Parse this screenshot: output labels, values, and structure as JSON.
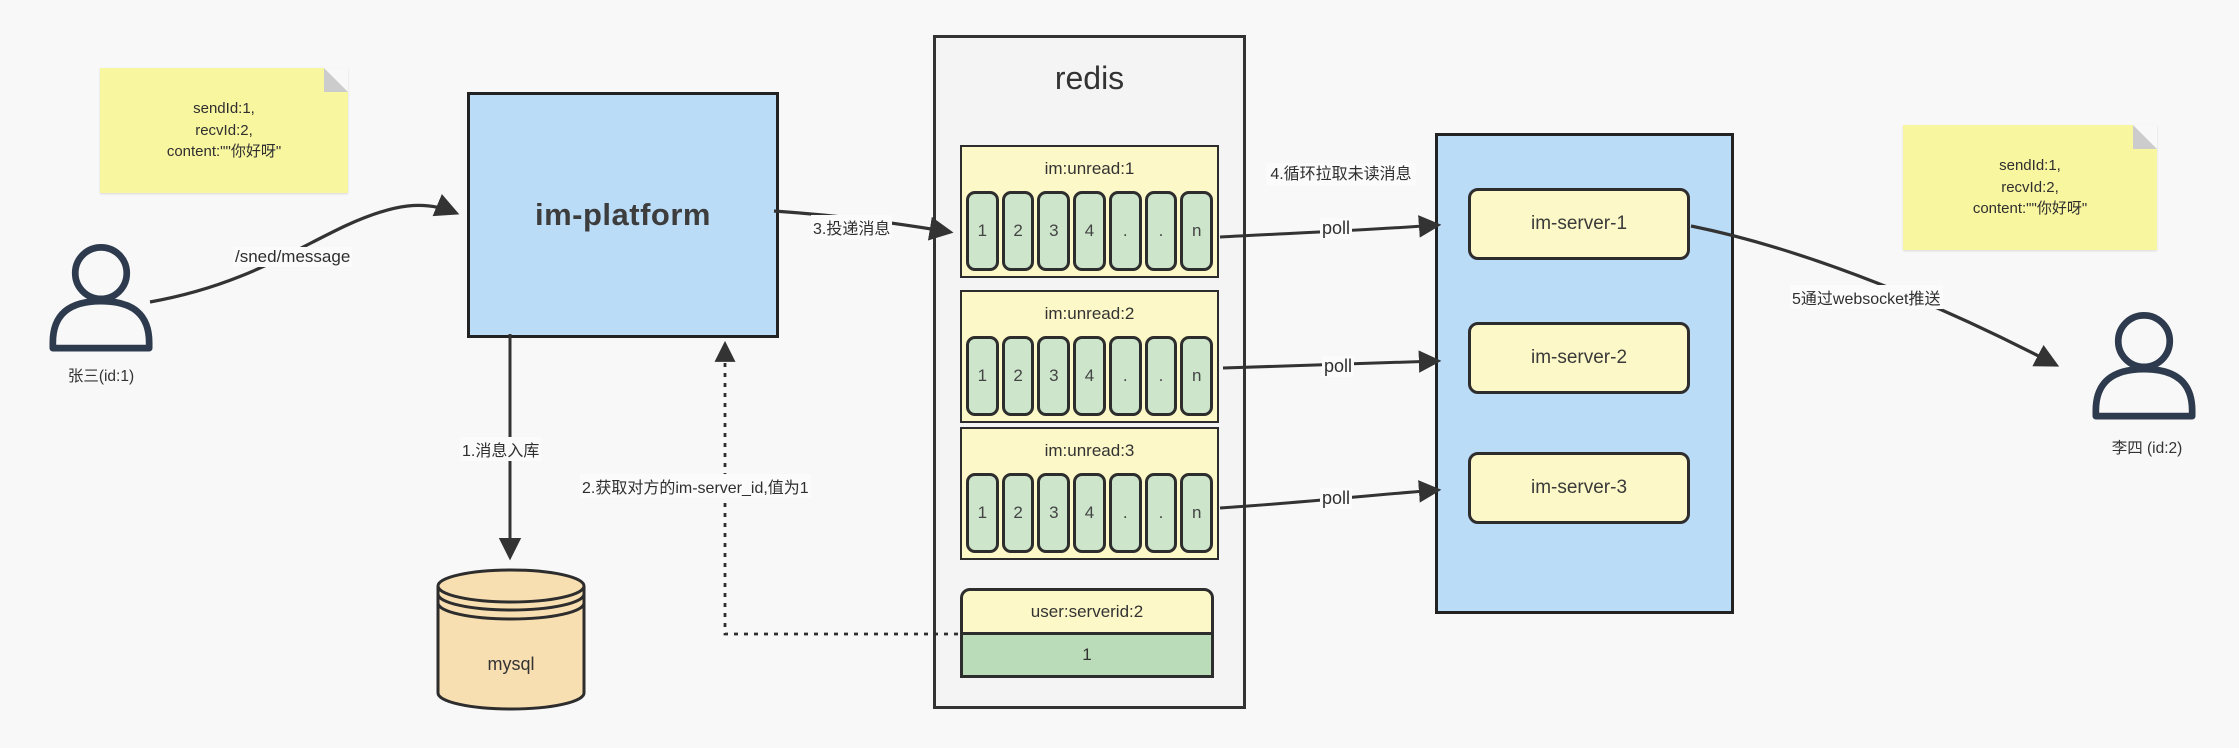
{
  "notes": {
    "left": {
      "lines": [
        "sendId:1,",
        "recvId:2,",
        "content:\"\"你好呀\""
      ]
    },
    "right": {
      "lines": [
        "sendId:1,",
        "recvId:2,",
        "content:\"\"你好呀\""
      ]
    }
  },
  "actors": {
    "sender": {
      "label": "张三(id:1)"
    },
    "receiver": {
      "label": "李四 (id:2)"
    }
  },
  "platform": {
    "label": "im-platform"
  },
  "database": {
    "label": "mysql"
  },
  "redis": {
    "title": "redis",
    "queues": [
      {
        "header": "im:unread:1",
        "cells": [
          "1",
          "2",
          "3",
          "4",
          ".",
          ".",
          "n"
        ]
      },
      {
        "header": "im:unread:2",
        "cells": [
          "1",
          "2",
          "3",
          "4",
          ".",
          ".",
          "n"
        ]
      },
      {
        "header": "im:unread:3",
        "cells": [
          "1",
          "2",
          "3",
          "4",
          ".",
          ".",
          "n"
        ]
      }
    ],
    "mapping": {
      "header": "user:serverid:2",
      "value": "1"
    }
  },
  "servers": {
    "items": [
      {
        "label": "im-server-1"
      },
      {
        "label": "im-server-2"
      },
      {
        "label": "im-server-3"
      }
    ]
  },
  "edges": {
    "send_api": "/sned/message",
    "step1": "1.消息入库",
    "step2": "2.获取对方的im-server_id,值为1",
    "step3": "3.投递消息",
    "step4": "4.循环拉取未读消息",
    "step5": "5通过websocket推送",
    "poll1": "poll",
    "poll2": "poll",
    "poll3": "poll"
  },
  "colors": {
    "background": "#f8f8f8",
    "box_blue": "#bbdcf7",
    "widget_yellow": "#fcf8c7",
    "note_yellow": "#f9f6a0",
    "cell_green": "#cce5cb",
    "mapping_green": "#badcb9",
    "mysql_tan": "#f8dfb2",
    "line_dark": "#333333",
    "actor_stroke": "#2e3b4e"
  }
}
